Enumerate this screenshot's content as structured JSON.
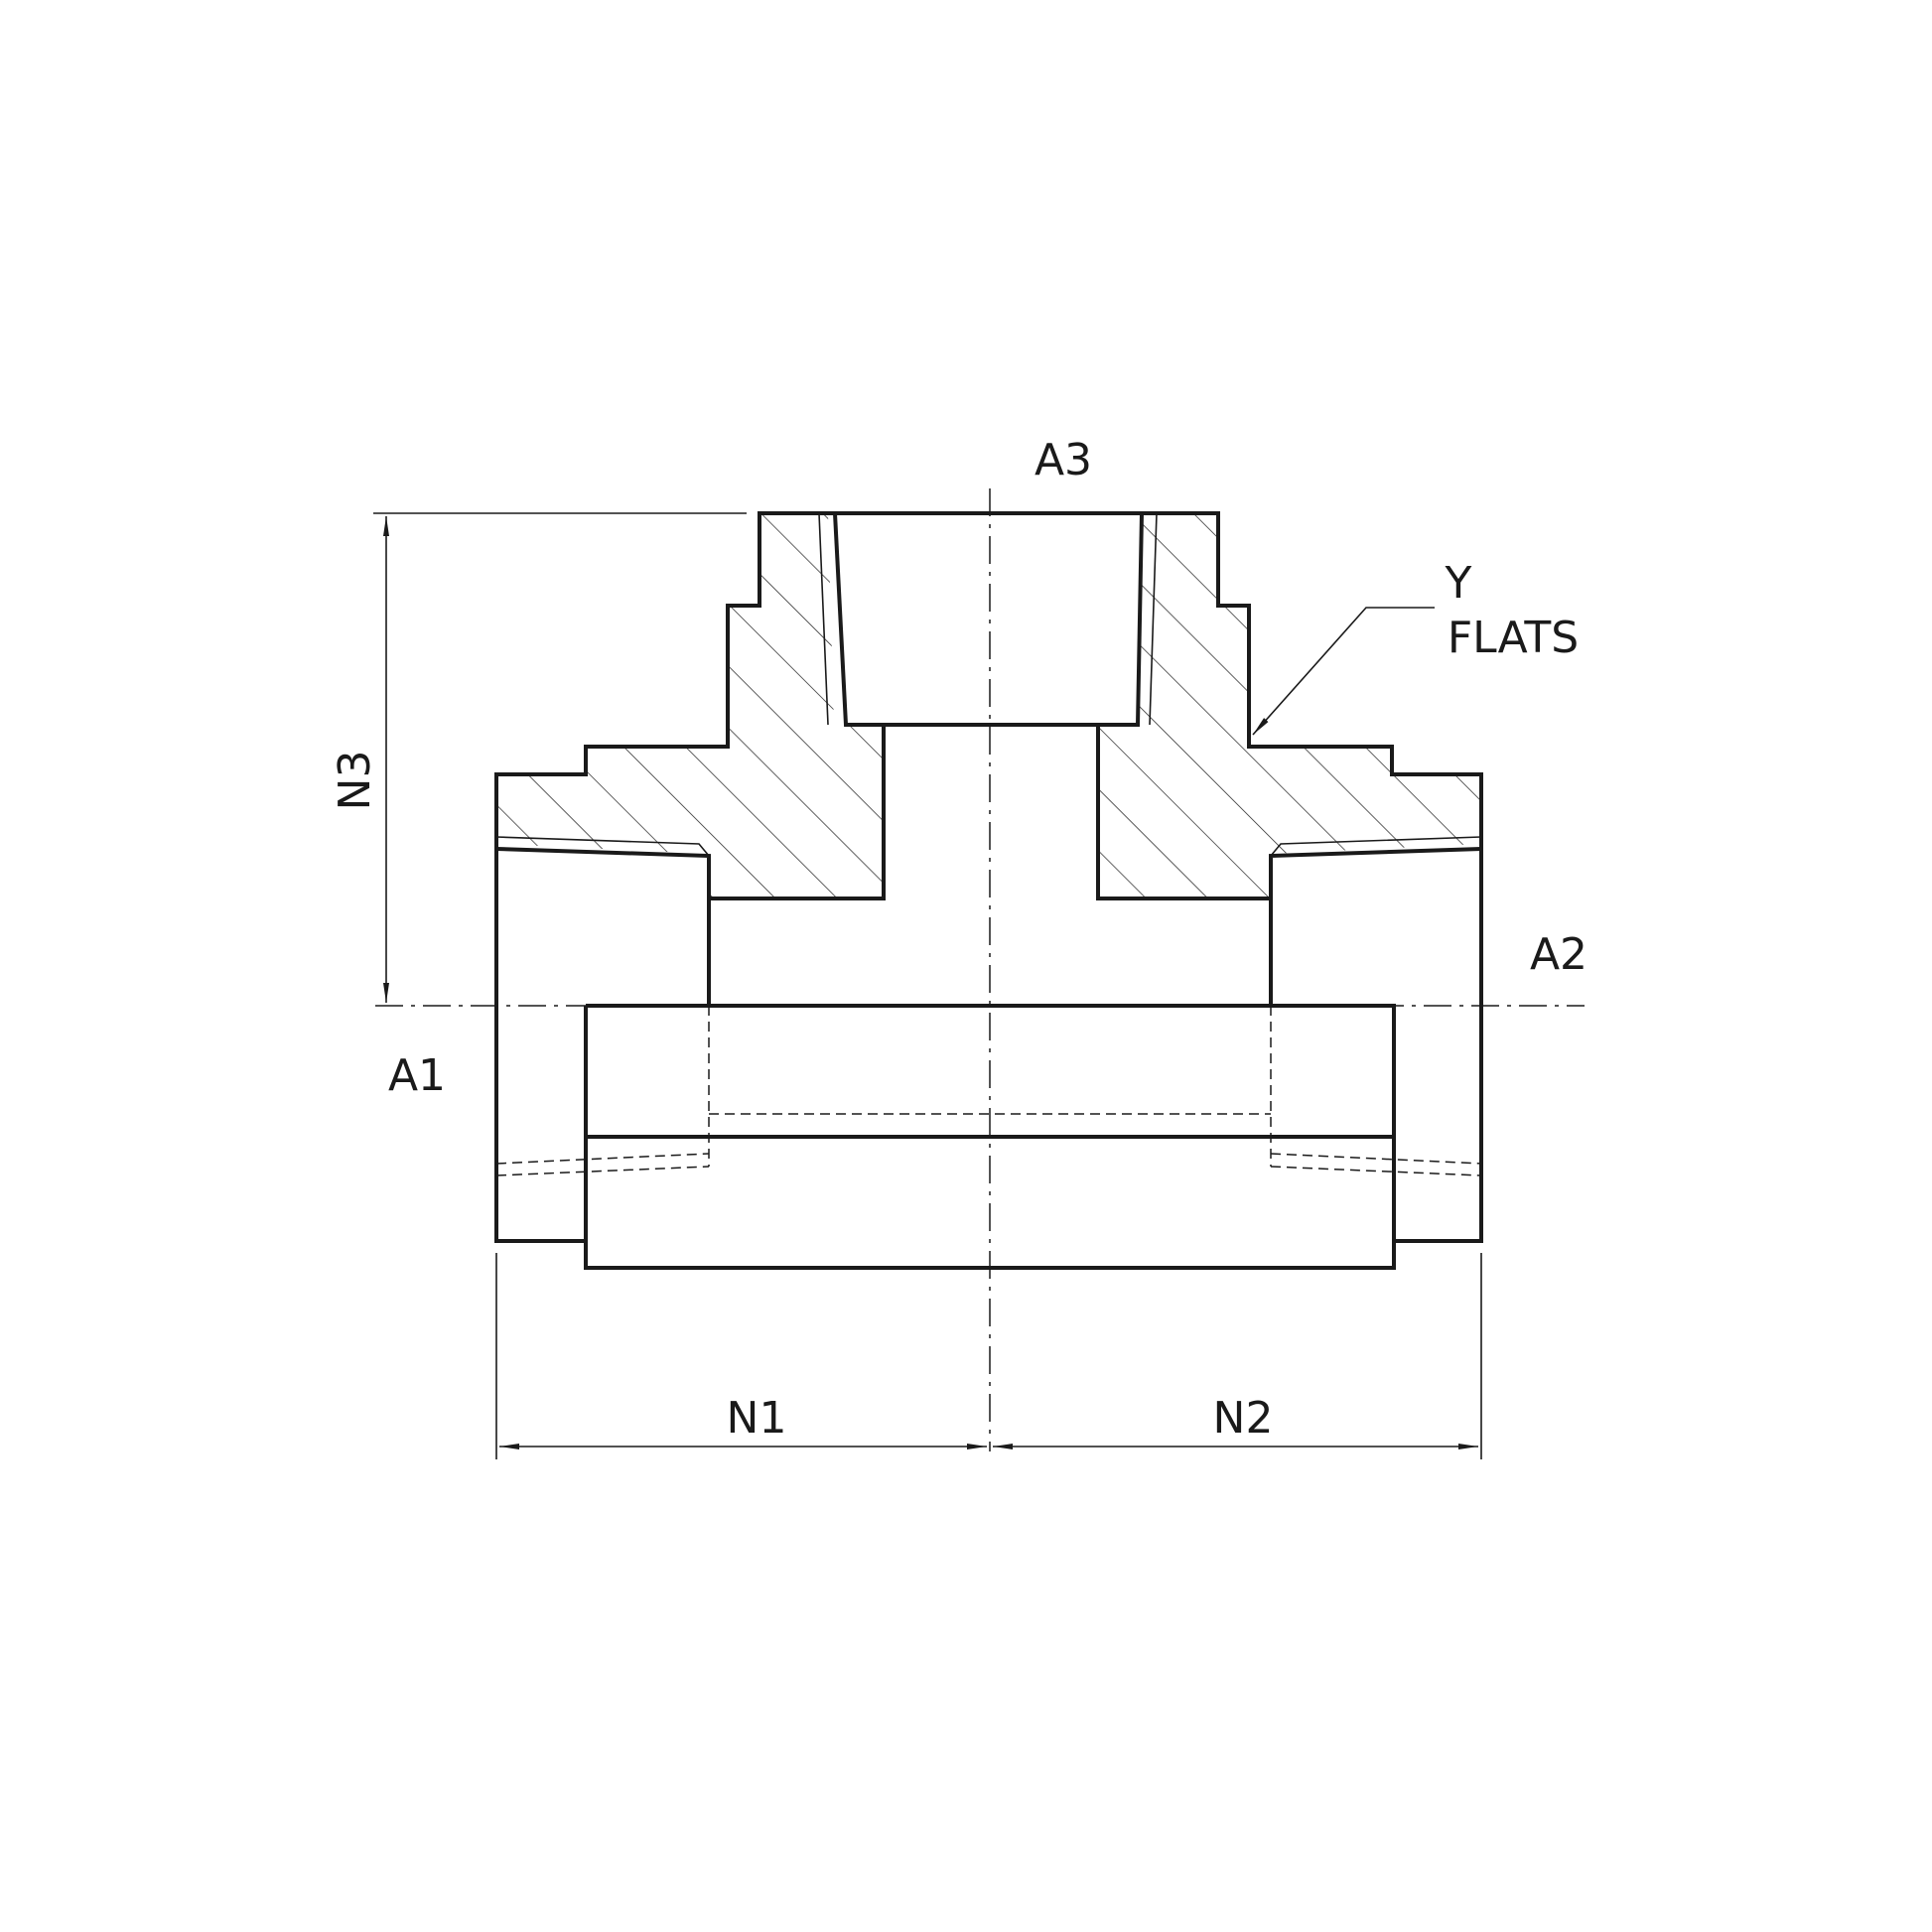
{
  "labels": {
    "port_top": "A3",
    "port_right": "A2",
    "port_left": "A1",
    "dim_vertical": "N3",
    "dim_left": "N1",
    "dim_right": "N2",
    "flats_line1": "Y",
    "flats_line2": "FLATS"
  },
  "colors": {
    "ink": "#1a1a1a",
    "paper": "#ffffff"
  }
}
